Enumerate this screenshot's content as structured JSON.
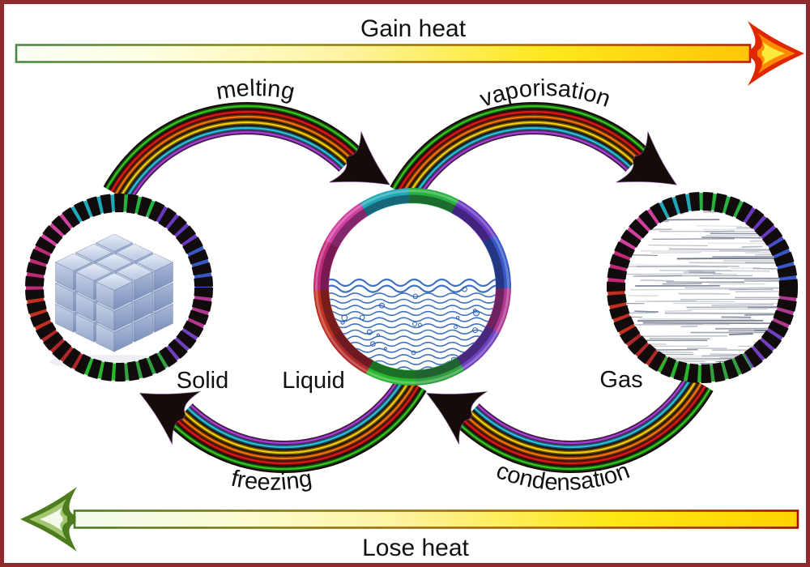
{
  "frame": {
    "border_color": "#8d2a2b",
    "background": "#ffffff"
  },
  "heat_arrows": {
    "top": {
      "label": "Gain heat",
      "direction": "right",
      "fill_stops": [
        "#fbfff5",
        "#fdffe2",
        "#fff3a0",
        "#ffe81e",
        "#ffc608"
      ],
      "edge_stops": [
        "#4a8a44",
        "#8a8a10",
        "#b06400",
        "#c41c00"
      ],
      "head_outline": "#e02800",
      "head_mid": "#ff8a00",
      "head_core": "#ffe93a"
    },
    "bottom": {
      "label": "Lose heat",
      "direction": "left",
      "fill_stops": [
        "#f3fbee",
        "#fbfdd8",
        "#fff3a0",
        "#ffe712",
        "#ffd300"
      ],
      "edge_stops": [
        "#4c7c22",
        "#8a7a10",
        "#a86400",
        "#9a1400"
      ],
      "head_outline": "#4c7c1e",
      "head_mid": "#a4c670",
      "head_core": "#f2faea"
    }
  },
  "states": [
    {
      "label": "Solid",
      "ring": "striped-rainbow",
      "content": "ice-cube-lattice",
      "cube": {
        "top_stops": [
          "#e8eef7",
          "#b7c5e0"
        ],
        "left_stops": [
          "#c6d0e6",
          "#95a7ca"
        ],
        "right_stops": [
          "#a9b8d8",
          "#7b90ba"
        ],
        "outline": "#5a6d94"
      }
    },
    {
      "label": "Liquid",
      "ring": "smooth-rainbow",
      "content": "water-waves",
      "water": {
        "line": "#3f72c0",
        "bubble": "#2e5fae"
      }
    },
    {
      "label": "Gas",
      "ring": "striped-rainbow",
      "content": "scribble-streaks",
      "streaks": {
        "dark": "#6f7688",
        "light": "#aab0bd"
      }
    }
  ],
  "transitions": [
    {
      "label": "melting",
      "from": "Solid",
      "to": "Liquid",
      "arc": "top-left"
    },
    {
      "label": "vaporisation",
      "from": "Liquid",
      "to": "Gas",
      "arc": "top-right"
    },
    {
      "label": "freezing",
      "from": "Liquid",
      "to": "Solid",
      "arc": "bottom-left"
    },
    {
      "label": "condensation",
      "from": "Gas",
      "to": "Liquid",
      "arc": "bottom-right"
    }
  ],
  "palette": {
    "ring_wheel": [
      "#b03890",
      "#7040c0",
      "#30a040",
      "#28b830",
      "#b02828",
      "#c03020",
      "#c02878",
      "#d040a0",
      "#20a8b8",
      "#28b040",
      "#6838c0",
      "#3858c8"
    ],
    "arc_stripes": [
      "#30d020",
      "#e81818",
      "#ff7800",
      "#ffd400",
      "#28c8e8",
      "#b040e0"
    ],
    "arc_body": "#150c0a",
    "stripe_dark": "#120b0b",
    "text_color": "#111111"
  }
}
